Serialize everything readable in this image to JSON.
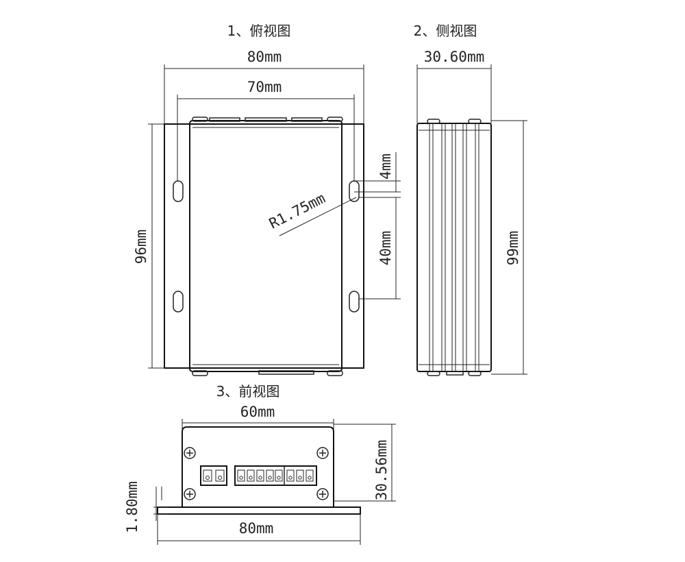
{
  "top_view": {
    "title": "1、俯视图",
    "width_outer": "80mm",
    "width_holes": "70mm",
    "height": "96mm",
    "slot_width": "4mm",
    "radius": "R1.75mm",
    "slot_spacing": "40mm"
  },
  "side_view": {
    "title": "2、侧视图",
    "width": "30.60mm",
    "height": "99mm"
  },
  "front_view": {
    "title": "3、前视图",
    "width_body": "60mm",
    "width_base": "80mm",
    "height": "30.56mm",
    "flange_thickness": "1.80mm"
  }
}
